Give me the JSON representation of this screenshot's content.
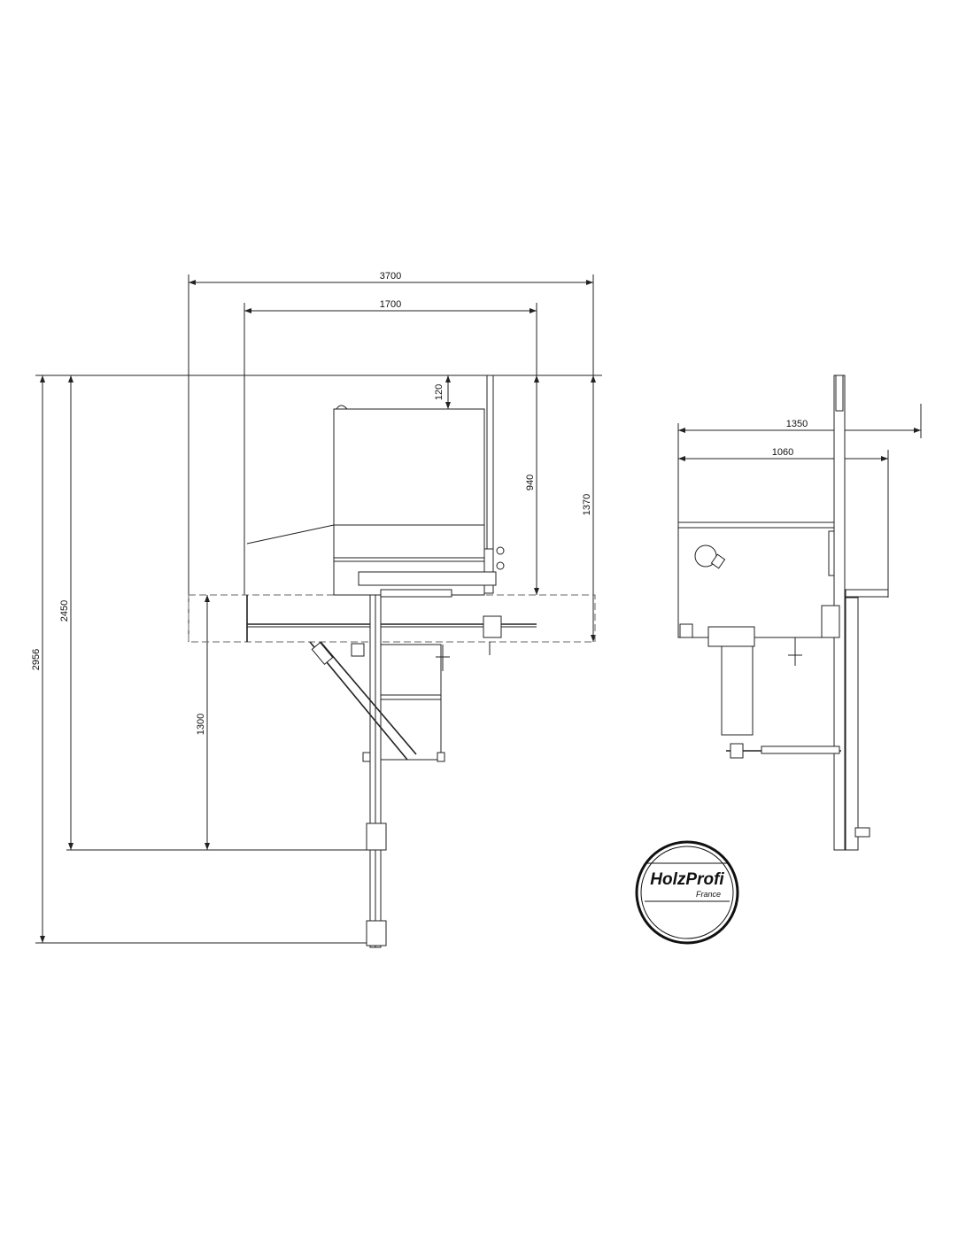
{
  "drawing": {
    "front_view": {
      "dimensions": {
        "overall_width": "3700",
        "table_width": "1700",
        "overall_depth": "2956",
        "depth_to_table": "2450",
        "rail_length": "1300",
        "top_offset": "120",
        "blade_height": "940",
        "total_height": "1370"
      }
    },
    "side_view": {
      "dimensions": {
        "overall_width": "1350",
        "body_width": "1060"
      }
    },
    "logo": {
      "brand": "HolzProfi",
      "subtitle": "France"
    }
  }
}
